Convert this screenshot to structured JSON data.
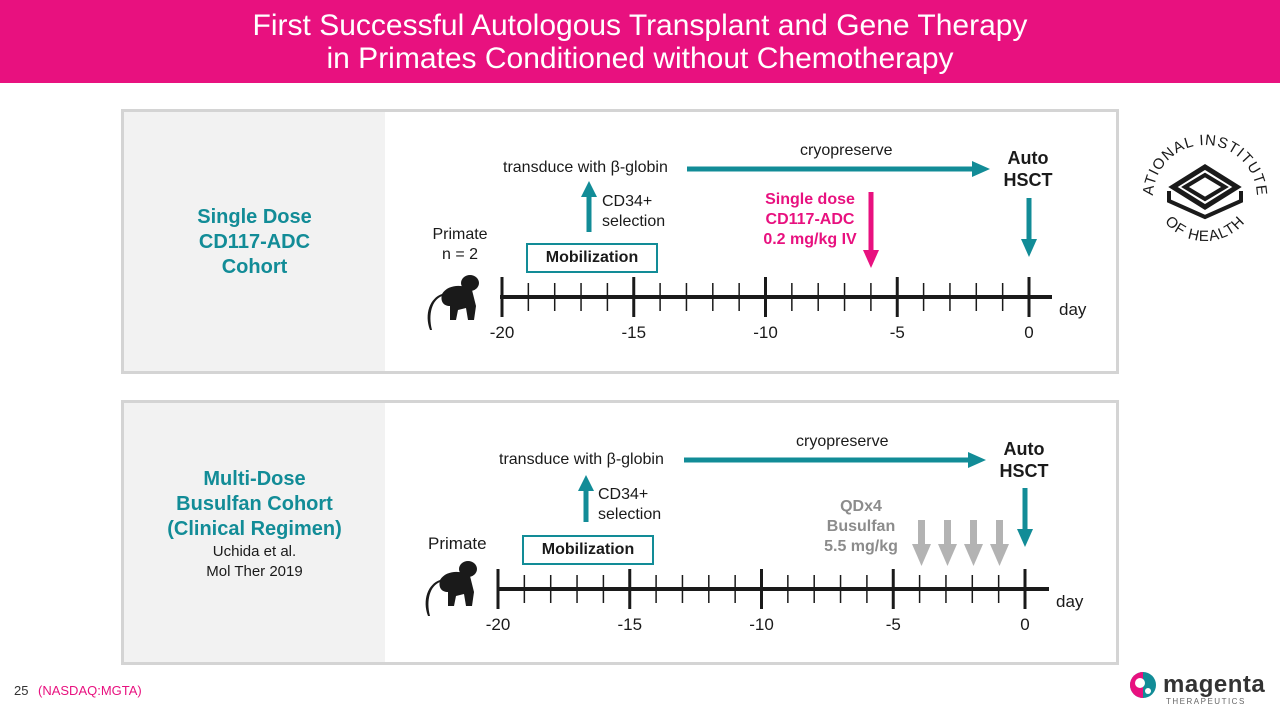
{
  "title": {
    "line1": "First Successful Autologous Transplant and Gene Therapy",
    "line2": "in Primates Conditioned without Chemotherapy"
  },
  "colors": {
    "accent_pink": "#e8117f",
    "teal": "#128c97",
    "grey_arrow": "#b3b3b3"
  },
  "panel1": {
    "cohort_lines": [
      "Single Dose",
      "CD117-ADC",
      "Cohort"
    ],
    "primate_label": "Primate",
    "primate_n": "n = 2",
    "mobilization": "Mobilization",
    "cd34_line1": "CD34+",
    "cd34_line2": "selection",
    "transduce": "transduce with β-globin",
    "cryopreserve": "cryopreserve",
    "dose_lines": [
      "Single dose",
      "CD117-ADC",
      "0.2 mg/kg IV"
    ],
    "auto_line1": "Auto",
    "auto_line2": "HSCT",
    "axis_unit": "day",
    "ticks": [
      "-20",
      "-15",
      "-10",
      "-5",
      "0"
    ]
  },
  "panel2": {
    "cohort_lines": [
      "Multi-Dose",
      "Busulfan Cohort",
      "(Clinical Regimen)"
    ],
    "citation_lines": [
      "Uchida et al.",
      "Mol Ther 2019"
    ],
    "primate_label": "Primate",
    "mobilization": "Mobilization",
    "cd34_line1": "CD34+",
    "cd34_line2": "selection",
    "transduce": "transduce with β-globin",
    "cryopreserve": "cryopreserve",
    "dose_lines": [
      "QDx4",
      "Busulfan",
      "5.5 mg/kg"
    ],
    "auto_line1": "Auto",
    "auto_line2": "HSCT",
    "axis_unit": "day",
    "ticks": [
      "-20",
      "-15",
      "-10",
      "-5",
      "0"
    ]
  },
  "nih_logo": {
    "top_text": "NATIONAL INSTITUTES",
    "bottom_text": "OF HEALTH"
  },
  "footer": {
    "page_number": "25",
    "ticker": "(NASDAQ:MGTA)",
    "brand_name": "magenta",
    "brand_sub": "THERAPEUTICS"
  }
}
